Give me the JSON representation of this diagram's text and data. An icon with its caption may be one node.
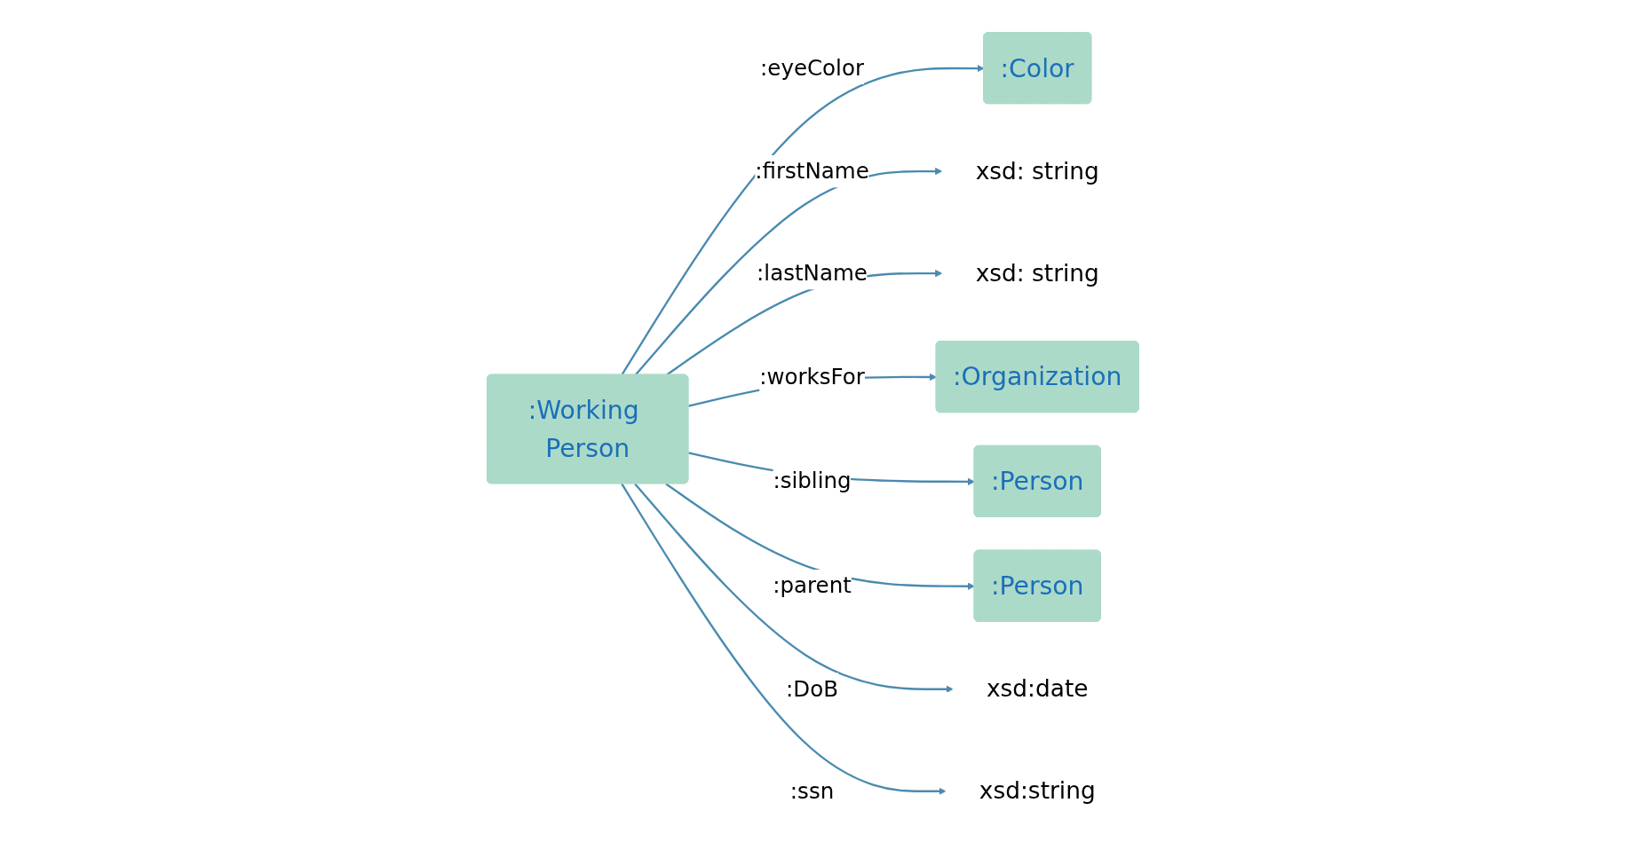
{
  "diagram": {
    "nodes": [
      {
        "text": [
          ":Color"
        ]
      },
      {
        "text": [
          "xsd: string"
        ]
      },
      {
        "text": [
          "xsd: string"
        ]
      },
      {
        "text": [
          ":Organization"
        ]
      },
      {
        "text": [
          ":Working Person"
        ]
      },
      {
        "text": [
          ":Person"
        ]
      },
      {
        "text": [
          "xsd:date"
        ]
      },
      {
        "text": [
          "xsd:string"
        ]
      },
      {
        "text": [
          ":Person"
        ]
      }
    ],
    "edges": [
      {
        "from": 4,
        "to": 0,
        "arrow": "to",
        "label": ":eyeColor"
      },
      {
        "from": 4,
        "to": 1,
        "arrow": "to",
        "label": ":firstName"
      },
      {
        "from": 4,
        "to": 2,
        "arrow": "to",
        "label": ":lastName"
      },
      {
        "from": 4,
        "to": 3,
        "arrow": "to",
        "label": ":worksFor"
      },
      {
        "from": 4,
        "to": 5,
        "arrow": "to",
        "label": ":sibling"
      },
      {
        "from": 4,
        "to": 8,
        "arrow": "to",
        "label": ":parent"
      },
      {
        "from": 4,
        "to": 6,
        "arrow": "to",
        "label": ":DoB"
      },
      {
        "from": 4,
        "to": 7,
        "arrow": "to",
        "label": ":ssn"
      }
    ]
  }
}
